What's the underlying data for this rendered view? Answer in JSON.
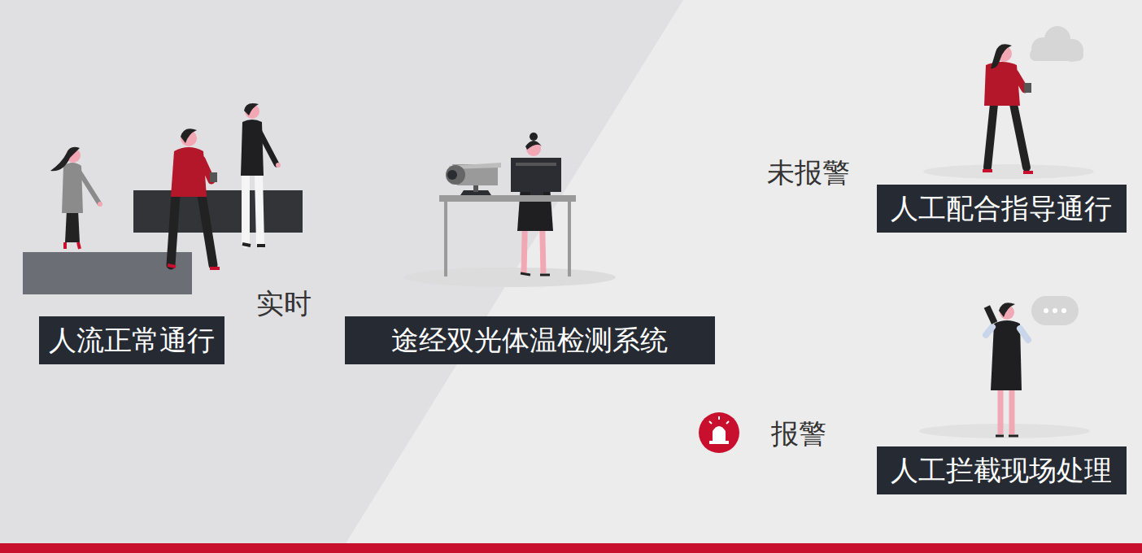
{
  "diagram": {
    "nodes": [
      {
        "text": [
          "人流正常通行"
        ]
      },
      {
        "text": [
          "途经双光体温检测系统"
        ]
      },
      {
        "text": [
          "人工配合指导通行"
        ]
      },
      {
        "text": [
          "人工拦截现场处理"
        ]
      }
    ],
    "labels": [
      "实时",
      "未报警",
      "报警"
    ]
  }
}
